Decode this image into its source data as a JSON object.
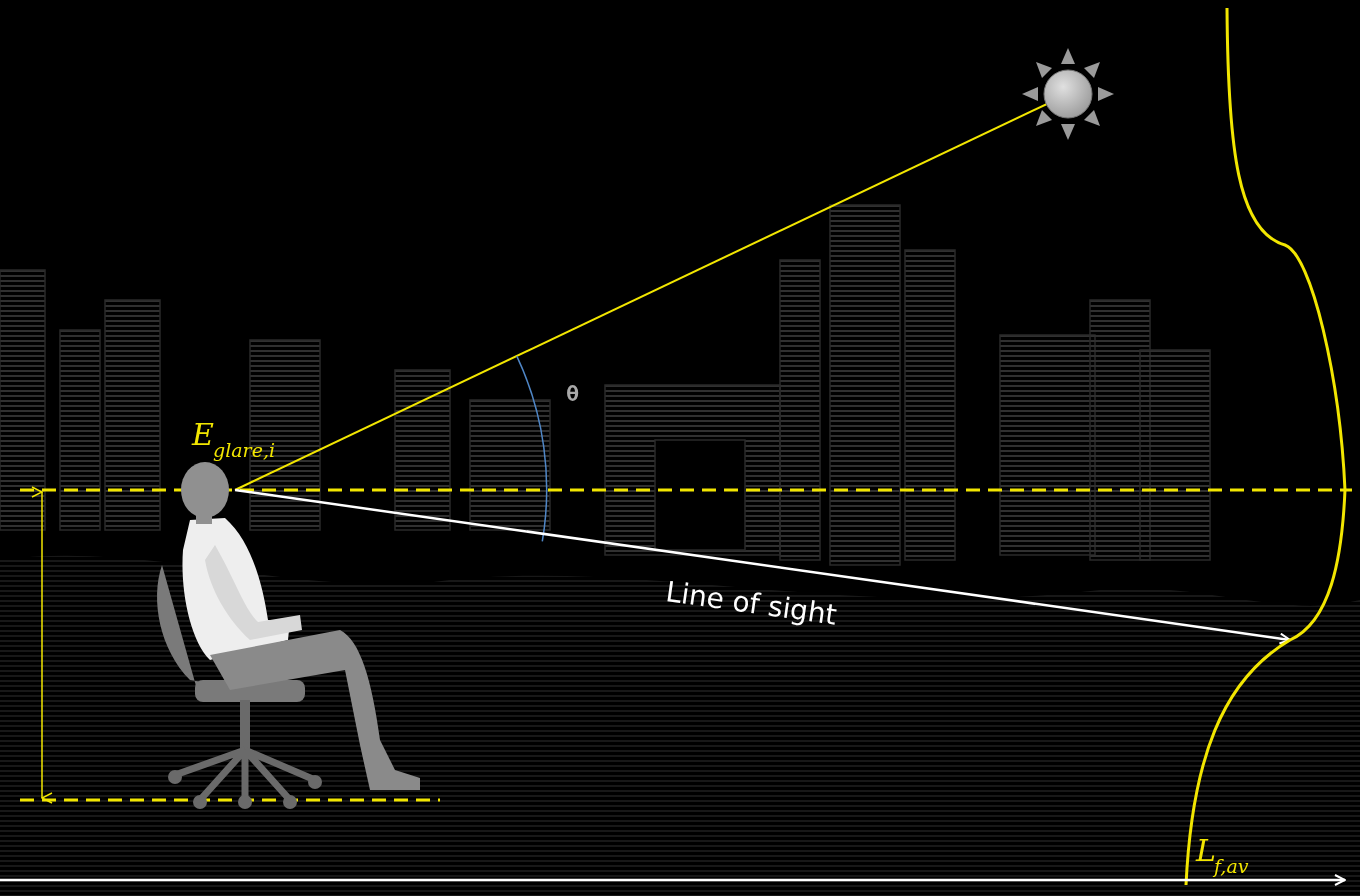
{
  "diagram": {
    "labels": [
      "E",
      "glare,i",
      "θ",
      "Line of sight",
      "L",
      "f,av"
    ]
  }
}
